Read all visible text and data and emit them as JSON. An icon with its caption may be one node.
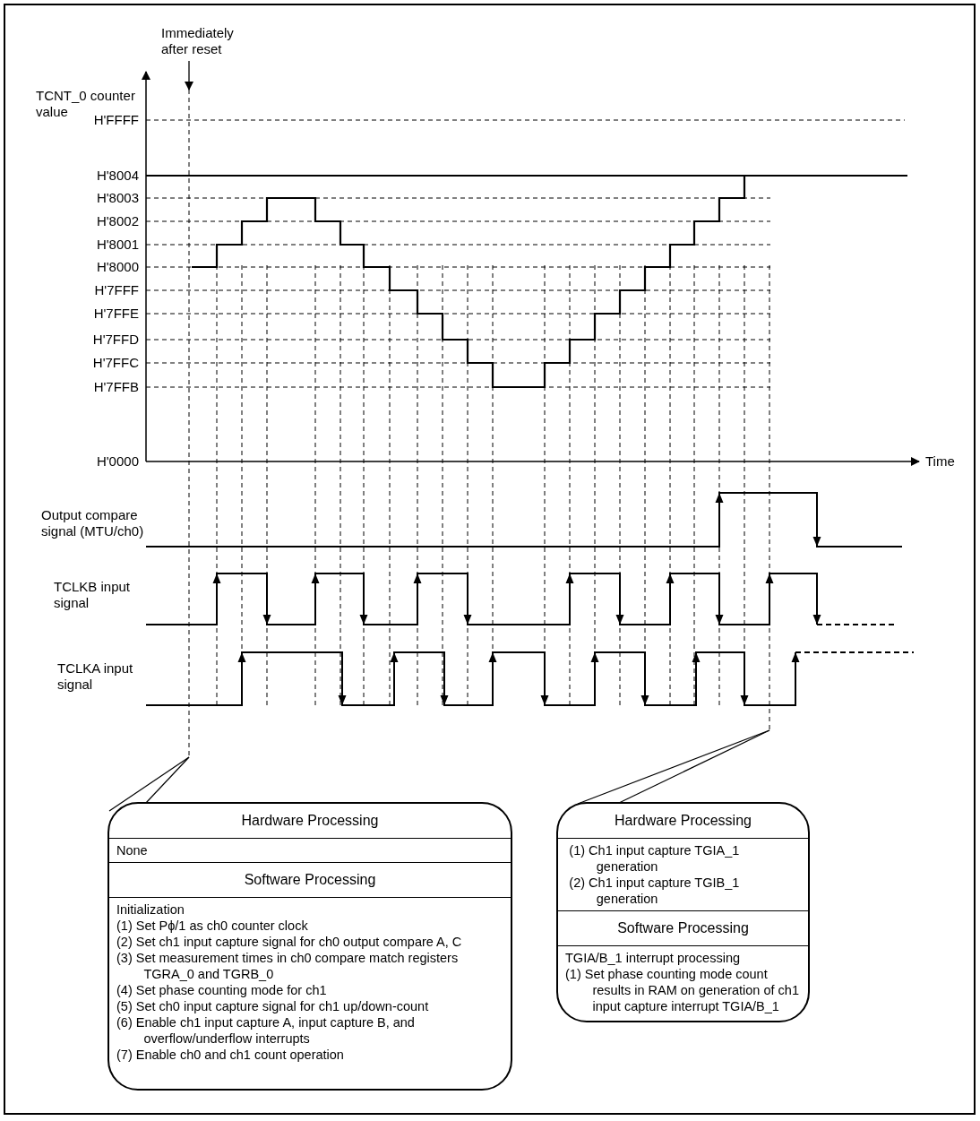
{
  "diagram": {
    "nodes": [
      {
        "text": [
          "Hardware Processing",
          "None",
          "Software Processing",
          "Initialization",
          "(1) Set Pϕ/1 as ch0 counter clock",
          "(2) Set ch1 input capture signal for ch0 output compare A, C",
          "(3) Set measurement times in ch0 compare match registers TGRA_0 and TGRB_0",
          "(4) Set phase counting mode for ch1",
          "(5) Set ch0 input capture signal for ch1 up/down-count",
          "(6) Enable ch1 input capture A, input capture B, and overflow/underflow interrupts",
          "(7) Enable ch0 and ch1 count operation"
        ]
      },
      {
        "text": [
          "Hardware Processing",
          "(1) Ch1 input capture TGIA_1 generation",
          "(2) Ch1 input capture TGIB_1 generation",
          "Software Processing",
          "TGIA/B_1 interrupt processing",
          "(1) Set phase counting mode count results in RAM on generation of ch1 input capture interrupt TGIA/B_1"
        ]
      }
    ],
    "edges": [
      {
        "from": 0,
        "to": null,
        "arrow": "none"
      },
      {
        "from": 0,
        "to": null,
        "arrow": "none"
      },
      {
        "from": 1,
        "to": null,
        "arrow": "none"
      },
      {
        "from": 1,
        "to": null,
        "arrow": "none"
      }
    ],
    "labels": [
      "Immediately after reset",
      "TCNT_0 counter value",
      "H'FFFF",
      "H'8004",
      "H'8003",
      "H'8002",
      "H'8001",
      "H'8000",
      "H'7FFF",
      "H'7FFE",
      "H'7FFD",
      "H'7FFC",
      "H'7FFB",
      "H'0000",
      "Time",
      "Output compare signal (MTU/ch0)",
      "TCLKB input signal",
      "TCLKA input signal"
    ]
  }
}
